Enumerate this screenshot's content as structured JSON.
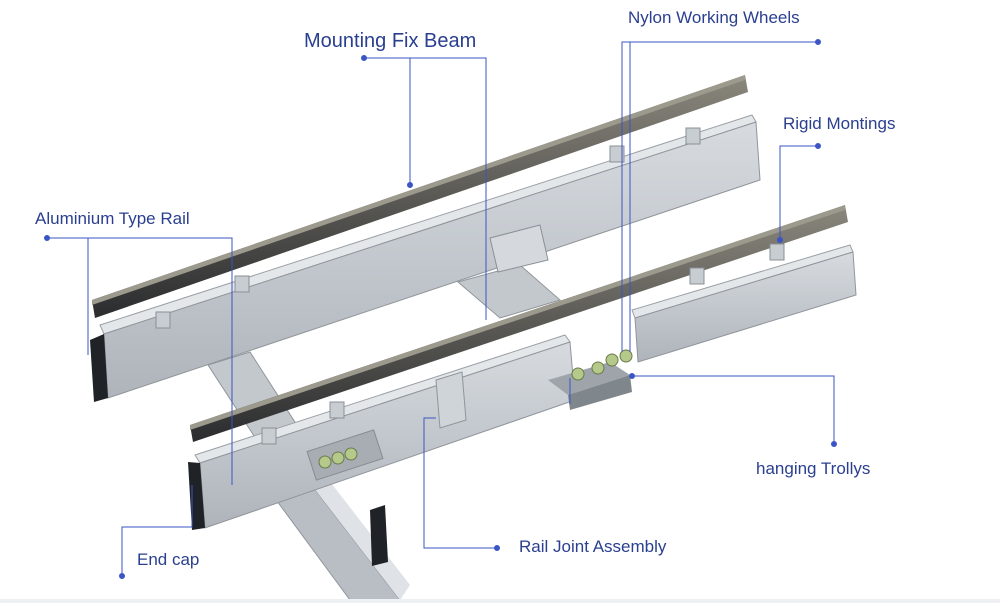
{
  "labels": {
    "mounting_fix_beam": "Mounting Fix Beam",
    "nylon_working_wheels": "Nylon Working Wheels",
    "rigid_montings": "Rigid Montings",
    "aluminium_type_rail": "Aluminium Type Rail",
    "hanging_trollys": "hanging Trollys",
    "end_cap": "End cap",
    "rail_joint_assembly": "Rail Joint Assembly"
  },
  "colors": {
    "label_text": "#2a3f8f",
    "leader_line": "#3b55c4",
    "rail_face": "#c9ced3",
    "rail_top": "#e3e6ea",
    "beam_dark": "#2f3133",
    "beam_light": "#7d7a70",
    "end_cap": "#1f2226",
    "wheel_green": "#b5c98a"
  }
}
